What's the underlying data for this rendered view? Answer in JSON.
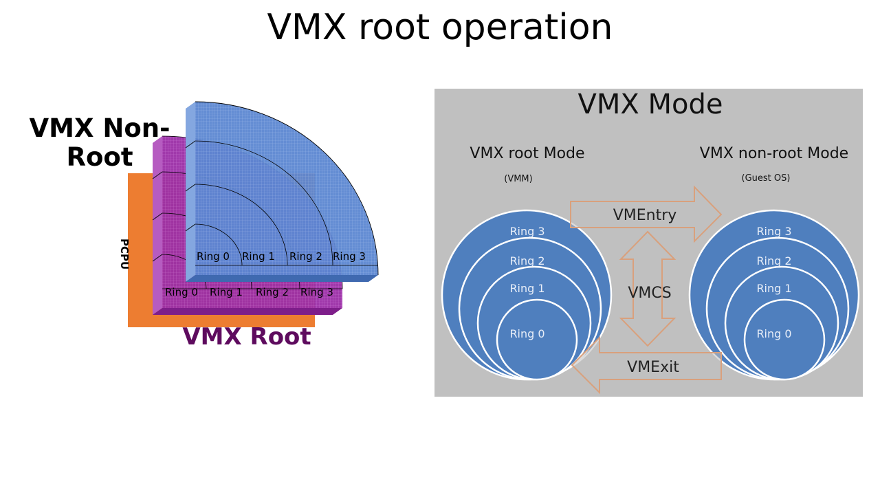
{
  "slide": {
    "title": "VMX root operation"
  },
  "left_diagram": {
    "nonroot_label_line1": "VMX Non-",
    "nonroot_label_line2": "Root",
    "root_label": "VMX Root",
    "pcpu_label": "PCPU",
    "nonroot_rings": [
      "Ring 0",
      "Ring 1",
      "Ring 2",
      "Ring 3"
    ],
    "root_rings": [
      "Ring 0",
      "Ring 1",
      "Ring 2",
      "Ring 3"
    ],
    "colors": {
      "pcpu": "#ED7D31",
      "root": "#9A2FA6",
      "nonroot": "#5B86D0",
      "root_text": "#5E0B5E"
    }
  },
  "vmx_panel": {
    "title": "VMX Mode",
    "root_mode": {
      "title": "VMX root Mode",
      "subtitle": "(VMM)"
    },
    "nonroot_mode": {
      "title": "VMX non-root Mode",
      "subtitle": "(Guest OS)"
    },
    "rings_outer_to_inner": [
      "Ring 3",
      "Ring 2",
      "Ring 1",
      "Ring 0"
    ],
    "vmentry_label": "VMEntry",
    "vmexit_label": "VMExit",
    "vmcs_label": "VMCS",
    "colors": {
      "background": "#C0C0C0",
      "circle": "#4F7FBE",
      "arrow_stroke": "#D9A07C"
    }
  }
}
